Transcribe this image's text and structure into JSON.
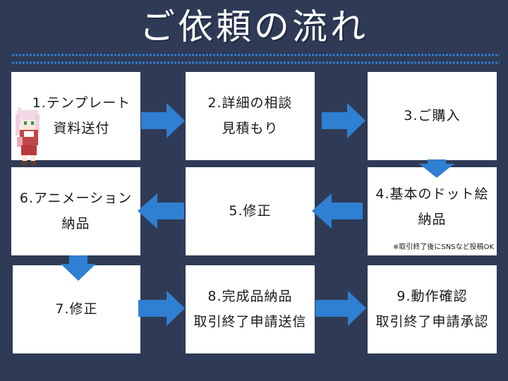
{
  "title": "ご依頼の流れ",
  "steps": [
    {
      "lines": [
        "1.テンプレート",
        "資料送付"
      ]
    },
    {
      "lines": [
        "2.詳細の相談",
        "見積もり"
      ]
    },
    {
      "lines": [
        "3.ご購入"
      ]
    },
    {
      "lines": [
        "4.基本のドット絵",
        "納品"
      ],
      "note": "※取引終了後にSNSなど投稿OK"
    },
    {
      "lines": [
        "5.修正"
      ]
    },
    {
      "lines": [
        "6.アニメーション",
        "納品"
      ]
    },
    {
      "lines": [
        "7.修正"
      ]
    },
    {
      "lines": [
        "8.完成品納品",
        "取引終了申請送信"
      ]
    },
    {
      "lines": [
        "9.動作確認",
        "取引終了申請承認"
      ]
    }
  ],
  "colors": {
    "background": "#2f3b56",
    "arrow": "#2f7fd2",
    "box": "#ffffff",
    "dots": "#2f7fd2"
  },
  "icons": {
    "arrow": "arrow-icon",
    "character": "pixel-character-icon"
  }
}
